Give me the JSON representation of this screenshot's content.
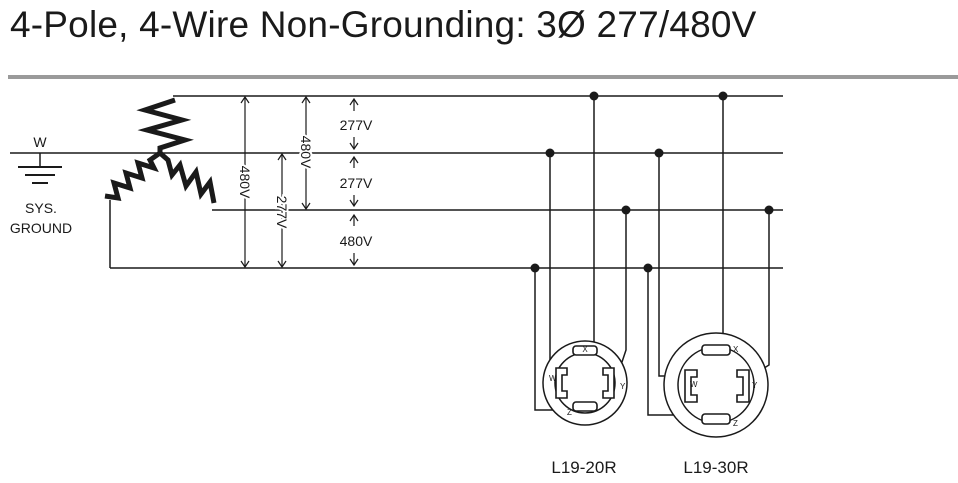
{
  "title": "4-Pole, 4-Wire Non-Grounding: 3Ø 277/480V",
  "ground": {
    "neutral_label": "W",
    "ground_label_line1": "SYS.",
    "ground_label_line2": "GROUND"
  },
  "voltages": {
    "line_to_line_a": "480V",
    "line_to_line_b": "480V",
    "line_to_neutral": "277V",
    "right_1": "277V",
    "right_2": "277V",
    "right_3": "480V"
  },
  "receptacles": [
    {
      "name": "L19-20R",
      "terminals": [
        "X",
        "Y",
        "Z",
        "W"
      ]
    },
    {
      "name": "L19-30R",
      "terminals": [
        "X",
        "Y",
        "Z",
        "W"
      ]
    }
  ]
}
